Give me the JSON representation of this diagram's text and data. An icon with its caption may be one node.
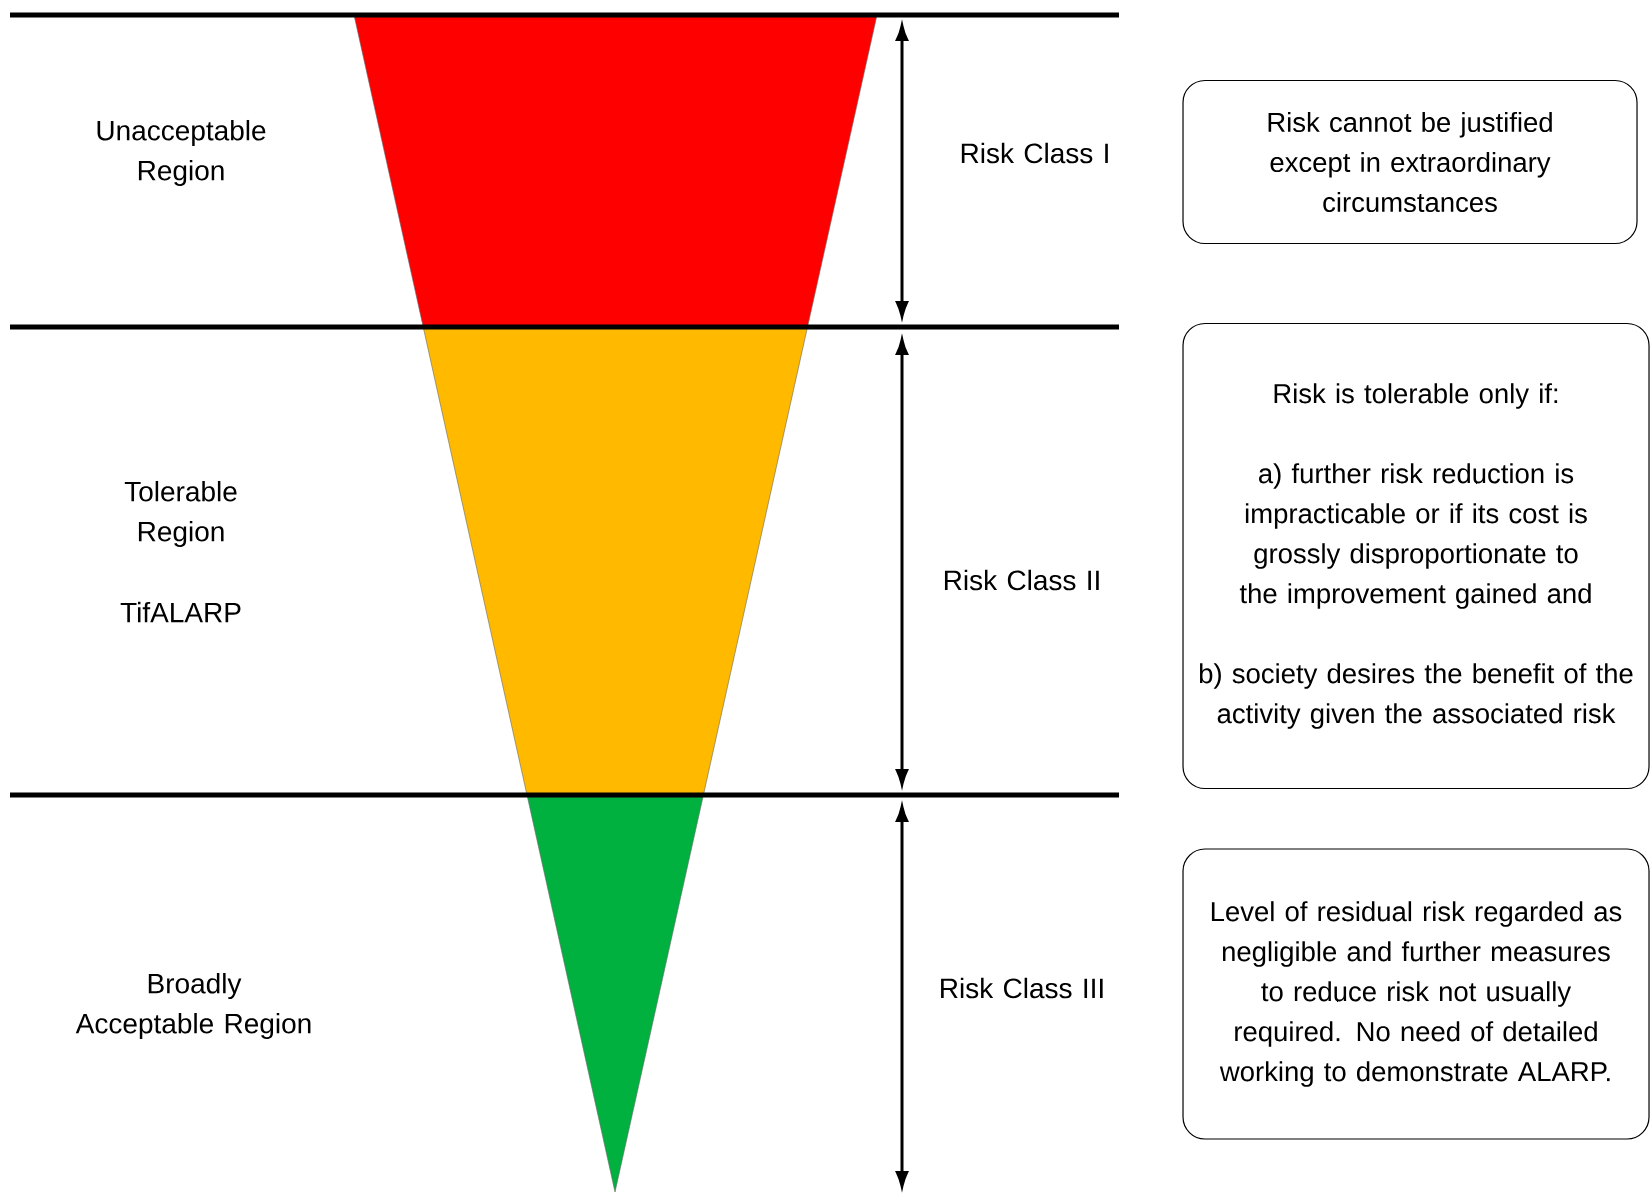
{
  "diagram": {
    "nodes": [
      {
        "text": [
          "Risk cannot be justified except in extraordinary circumstances"
        ]
      },
      {
        "text": [
          "Risk is tolerable only if:",
          "a) further risk reduction is impracticable or if its cost is grossly disproportionate to the improvement gained and",
          "b) society desires the benefit of the activity given the associated risk"
        ]
      },
      {
        "text": [
          "Level of residual risk regarded as negligible and further measures to reduce risk not usually required. No need of detailed working to demonstrate ALARP."
        ]
      }
    ],
    "labels": [
      "Unacceptable Region",
      "Risk Class I",
      "Tolerable Region",
      "TifALARP",
      "Risk Class II",
      "Broadly Acceptable Region",
      "Risk Class III"
    ]
  }
}
